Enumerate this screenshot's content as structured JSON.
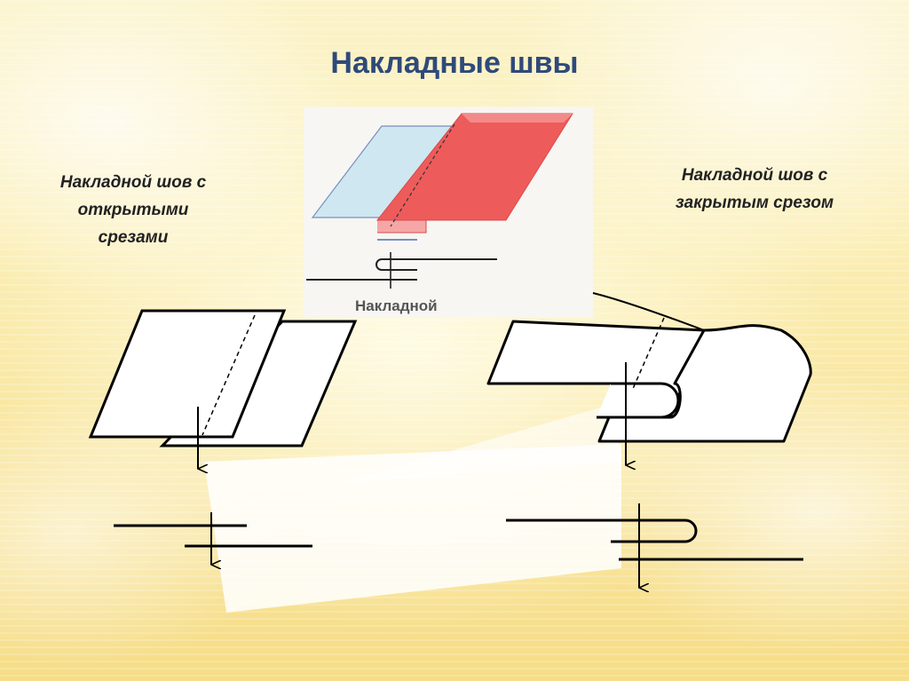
{
  "title": "Накладные швы",
  "captions": {
    "open_edges": [
      "Накладной шов с",
      "открытыми",
      "срезами"
    ],
    "closed_edge": [
      "Накладной шов с",
      "закрытым срезом"
    ]
  },
  "photo_label": "Накладной",
  "colors": {
    "title": "#2f4a7a",
    "blue_fabric": "#cfe6f0",
    "red_fabric": "#ef5a5a",
    "line": "#000000"
  }
}
